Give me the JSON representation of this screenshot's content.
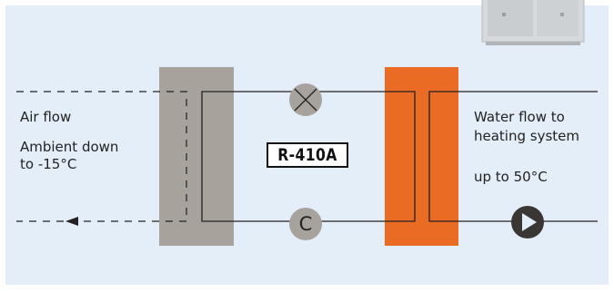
{
  "labels": {
    "air_flow": "Air flow",
    "ambient_line1": "Ambient down",
    "ambient_line2": "to -15°C",
    "water_line1": "Water flow to",
    "water_line2": "heating system",
    "water_temp": "up to 50°C"
  },
  "refrigerant": "R-410A",
  "compressor_letter": "C",
  "colors": {
    "background": "#e3eef8",
    "air_coil": "#a8a29d",
    "water_heat_exchanger": "#ea6b23",
    "component_circle": "#a8a29d",
    "pump": "#3a3633",
    "line": "#222222"
  },
  "icons": {
    "expansion_valve": "x-in-circle-icon",
    "compressor": "letter-c-circle-icon",
    "pump": "play-triangle-icon",
    "outdoor_unit": "outdoor-unit-image"
  }
}
